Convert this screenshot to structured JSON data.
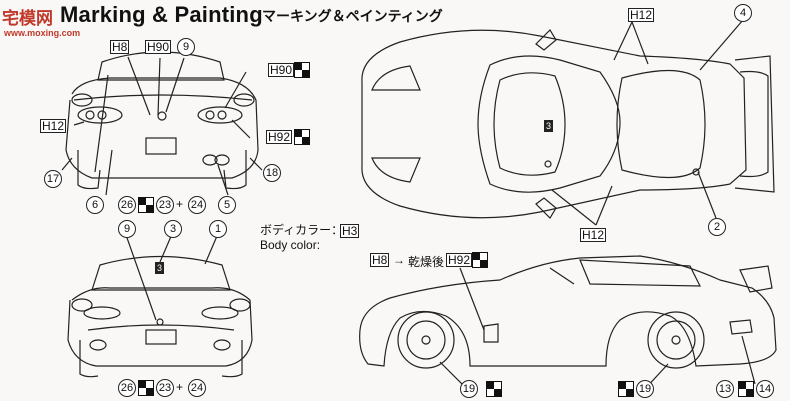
{
  "title": "Marking & Painting",
  "subtitle_jp": "マーキング＆ペインティング",
  "watermark": {
    "text": "宅模网",
    "url": "www.moxing.com"
  },
  "body_color": {
    "jp": "ボディカラー：",
    "en": "Body color:",
    "code": "H3"
  },
  "drying": {
    "from": "H8",
    "arrow": "→",
    "text": "乾燥後",
    "to": "H92"
  },
  "callouts": {
    "rear": {
      "h8": "H8",
      "h90a": "H90",
      "h90b": "H90",
      "h12": "H12",
      "h92": "H92",
      "n9": "9",
      "n17": "17",
      "n18": "18",
      "n6": "6",
      "n5": "5",
      "n26": "26",
      "n23": "23",
      "plus": "+",
      "n24": "24"
    },
    "front": {
      "n9": "9",
      "n3": "3",
      "n1": "1",
      "n26": "26",
      "n23": "23",
      "plus": "+",
      "n24": "24",
      "badge": "3"
    },
    "top": {
      "h12a": "H12",
      "h12b": "H12",
      "n4": "4",
      "n2": "2",
      "badge": "3"
    },
    "side": {
      "n19a": "19",
      "n19b": "19",
      "n13": "13",
      "n14": "14"
    }
  }
}
